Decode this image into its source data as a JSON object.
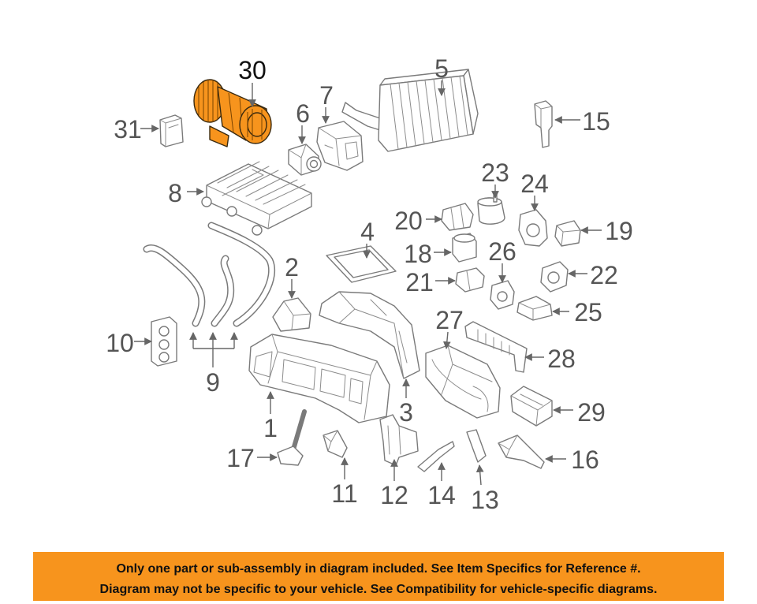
{
  "callouts": {
    "n1": "1",
    "n2": "2",
    "n3": "3",
    "n4": "4",
    "n5": "5",
    "n6": "6",
    "n7": "7",
    "n8": "8",
    "n9": "9",
    "n10": "10",
    "n11": "11",
    "n12": "12",
    "n13": "13",
    "n14": "14",
    "n15": "15",
    "n16": "16",
    "n17": "17",
    "n18": "18",
    "n19": "19",
    "n20": "20",
    "n21": "21",
    "n22": "22",
    "n23": "23",
    "n24": "24",
    "n25": "25",
    "n26": "26",
    "n27": "27",
    "n28": "28",
    "n29": "29",
    "n30": "30",
    "n31": "31"
  },
  "notice": {
    "line1": "Only one part or sub-assembly in diagram included. See Item Specifics for Reference #.",
    "line2": "Diagram may not be specific to your vehicle. See Compatibility for vehicle-specific diagrams."
  },
  "colors": {
    "highlight": "#f7941d",
    "banner": "#f7941d",
    "linework": "#7a7a7a",
    "callout_text": "#555555"
  }
}
